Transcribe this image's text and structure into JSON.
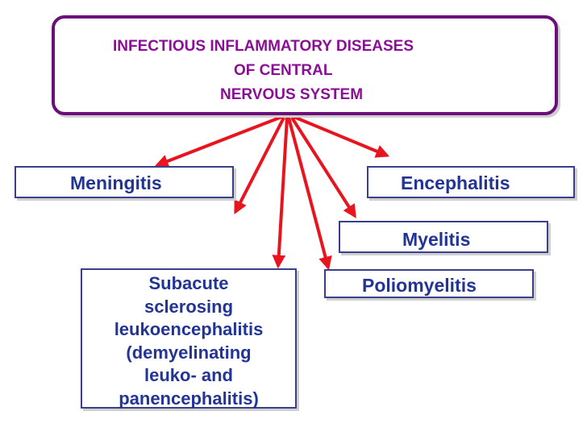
{
  "title": {
    "line1": "INFECTIOUS INFLAMMATORY DISEASES",
    "line2": "OF CENTRAL",
    "line3": "NERVOUS SYSTEM"
  },
  "nodes": {
    "meningitis": "Meningitis",
    "encephalitis": "Encephalitis",
    "myelitis": "Myelitis",
    "poliomyelitis": "Poliomyelitis",
    "subacute": [
      "Subacute",
      "sclerosing",
      "leukoencephalitis",
      "(demyelinating",
      "leuko- and",
      "panencephalitis)"
    ]
  },
  "colors": {
    "title_text": "#8b0f96",
    "title_border": "#6b0f7a",
    "node_text": "#223494",
    "node_border": "#3a3f8c",
    "arrow": "#e8141e"
  }
}
